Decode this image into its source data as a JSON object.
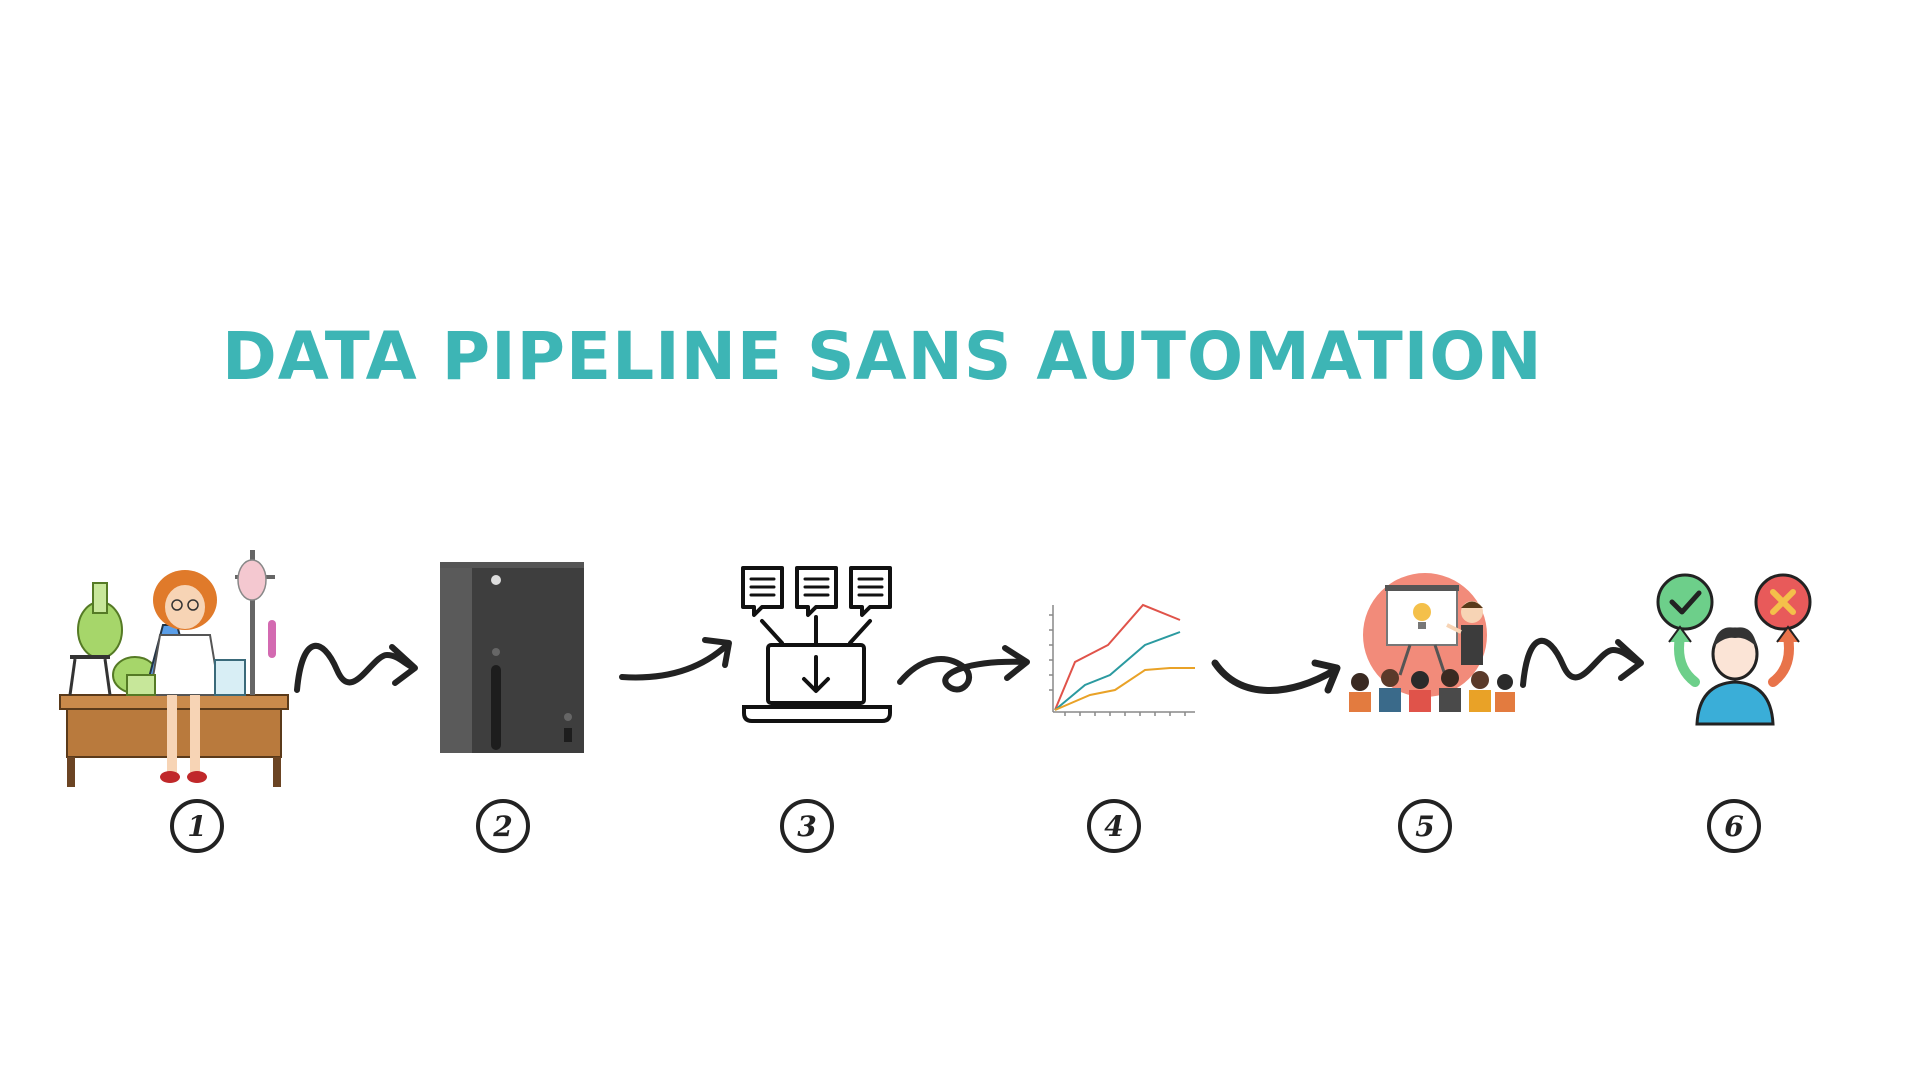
{
  "title": "DATA PIPELINE SANS AUTOMATION",
  "colors": {
    "title": "#3db5b5",
    "ink": "#222222"
  },
  "steps": [
    {
      "number": "1",
      "icon": "scientist-lab-icon"
    },
    {
      "number": "2",
      "icon": "server-tower-icon"
    },
    {
      "number": "3",
      "icon": "laptop-download-documents-icon"
    },
    {
      "number": "4",
      "icon": "line-chart-icon"
    },
    {
      "number": "5",
      "icon": "presentation-audience-icon"
    },
    {
      "number": "6",
      "icon": "decision-person-icon"
    }
  ]
}
